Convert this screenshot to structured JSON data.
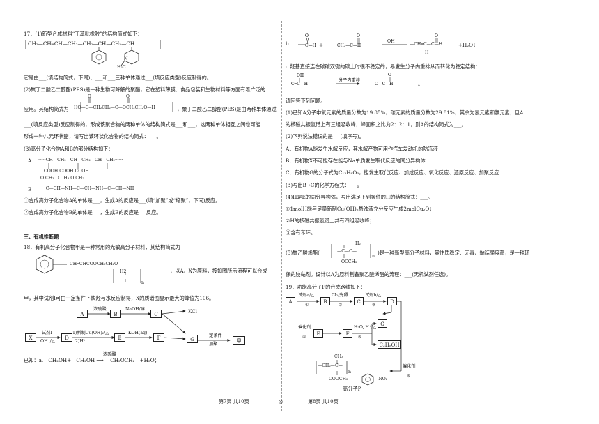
{
  "q17": {
    "header": "17．(1)新型合成材料“丁苯吡橡胶”的结构简式如下：",
    "formula_main": "CH₂—CH═CH—CH₂—CH₂—CH—CH₂—CH",
    "ch3": "H₃C",
    "n_label": "N",
    "line1": "它是由___(填结构简式，下同)、___和___三种单体通过___(填反应类型)反应制得的。",
    "line2": "(2)聚丁二酸乙二醇酯(PES)是一种生物可降解的聚酯，它在塑料薄膜、食品包装和生物材料等方面有着广泛的",
    "line3a": "应用。其结构简式为",
    "line3_formula": "HO—C—CH₂CH₂—C—OCH₂CH₂O—H",
    "line3b": "，聚丁二酸乙二醇酯(PES)是由两种单体通过",
    "line4": "___(填反应类型)反应制得的，形成该聚合物的两种单体的结构简式是___和___，这两种单体相互之间也可能",
    "line5": "形成一种八元环状酯，请写出该环状化合物的结构简式：___。",
    "line6": "(3)高分子化合物A和B的部分结构如下：",
    "polyA_label": "A",
    "polyA": "······CH—CH₂—CH—CH₂—CH—CH₂······",
    "polyA_sub": "COOH        COOH        COOH",
    "polyB_label": "B",
    "polyB": "······C—CH—NH—C—CH—NH—C—CH—NH······",
    "polyB_top": "O    CH₃           O    CH₃           O    CH₃",
    "q1": "①合成高分子化合物A的单体是___，生成A的反应是___(填“加聚”或“缩聚”，下同)反应。",
    "q2": "②合成高分子化合物B的单体是___，生成B的反应是___反应。"
  },
  "section": {
    "heading": "三、有机推断题",
    "q18a": "18．有机高分子化合物甲是一种常用的光敏高分子材料，其结构简式为",
    "q18_formula": "CH═CHCOOCH₂CH₂O",
    "q18_h2": "H2",
    "q18_n": "n",
    "q18b": "，以A、X为原料，按如图所示流程可以合成",
    "q18c": "甲，其中试剂I可由一定条件下炔烃与水反应制得，X的质谱图显示最大的峰值为106。",
    "known": "已知：a.—CH₂OH+—CH₂OH ⟶ —CH₂OCH₂—+H₂O；",
    "known_cond": "浓硫酸"
  },
  "flow18": {
    "boxes": [
      "A",
      "B",
      "C",
      "X",
      "D",
      "E",
      "F",
      "G",
      "KCl",
      "甲"
    ],
    "cond_ab": "浓硫酸",
    "cond_bc": "NaOH/醇",
    "cond_xd_top": "试剂I",
    "cond_xd_bot": "OH⁻/△",
    "cond_de_top": "1)新制Cu(OH)₂/△",
    "cond_de_bot": "2)H⁺",
    "cond_ef": "KOH(aq)",
    "cond_gj_top": "一定条件",
    "cond_gj_bot": "加聚"
  },
  "right": {
    "b_label": "b.",
    "b_plus": "+",
    "b_cond": "OH⁻",
    "b_product": "—CH═C—C—H",
    "b_h": "H",
    "b_water": "+H₂O；",
    "c_line": "c.羟基直接连在碳碳双键的碳上时很不稳定的，易发生分子内重排从而转化为稳定结构：",
    "c_cond": "分子内重排",
    "c_end": "。",
    "answer": "请回答下列问题。",
    "r1": "(1)已知A分子中氧元素的质量分数为19.85%，碳元素的质量分数为29.81%，其余为氢元素和氯元素，且A",
    "r2": "的核磁共振氢谱上有三组吸收峰，峰面积之比为2：2：1，则A的结构简式为___。",
    "r3": "(2)下列说法错误的是___(填序号)。",
    "optA": "A．有机物A能发生水解反应，其水解产物可用作汽车发动机的防冻液",
    "optB": "B．有机物X不可能存在能与Na单质发生取代反应的同分异构体",
    "optC": "C．有机物G的分子式为C₁₃H₈O₃，能发生取代反应、加成反应、氧化反应、还原反应、加聚反应",
    "r4": "(3)写出B→C的化学方程式：___。",
    "r5": "(4)H是E的同分异构体，写出满足下列条件的H的结构简式：___。",
    "c1": "①1molH能与足量新制Cu(OH)₂悬浊液充分反应生成2molCu₂O；",
    "c2": "②H的核磁共振氢谱上共有四组吸收峰；",
    "c3": "③含有苯环。",
    "r6a": "(5)聚乙酸烯酯(",
    "r6_formula": "—C—C—",
    "r6_ococh3": "OCCH₃",
    "r6_h2": "H₂",
    "r6_n": "n",
    "r6b": ")是一种新型高分子材料，其性质稳定、无毒、黏结强度高，是一种环",
    "r7": "保的胶黏剂。设计以A为原料制备聚乙酸烯酯的流程：___(无机试剂任选)。",
    "q19": "19．功能高分子P的合成路线如下："
  },
  "flow19": {
    "boxes": [
      "A",
      "B",
      "C",
      "D",
      "E",
      "F",
      "G",
      "C₂H₅OH"
    ],
    "step1": "试剂a/△",
    "step1n": "①",
    "step2": "Cl₂/光照",
    "step2n": "②",
    "step3": "试剂b/△",
    "step3n": "③",
    "step4": "催化剂",
    "step4n": "④",
    "step5": "H₂O, H⁺/△",
    "step5n": "⑤",
    "step6": "催化剂",
    "step6n": "⑥",
    "p_ch3": "CH₃",
    "p_chain": "—CH₂—C—",
    "p_cooch2": "COOCH₂—",
    "p_no2": "—NO₂",
    "p_n": "n",
    "p_label": "高分子P"
  },
  "footer": {
    "left": "第7页  共10页",
    "mid": "◎",
    "right": "第8页  共10页"
  }
}
